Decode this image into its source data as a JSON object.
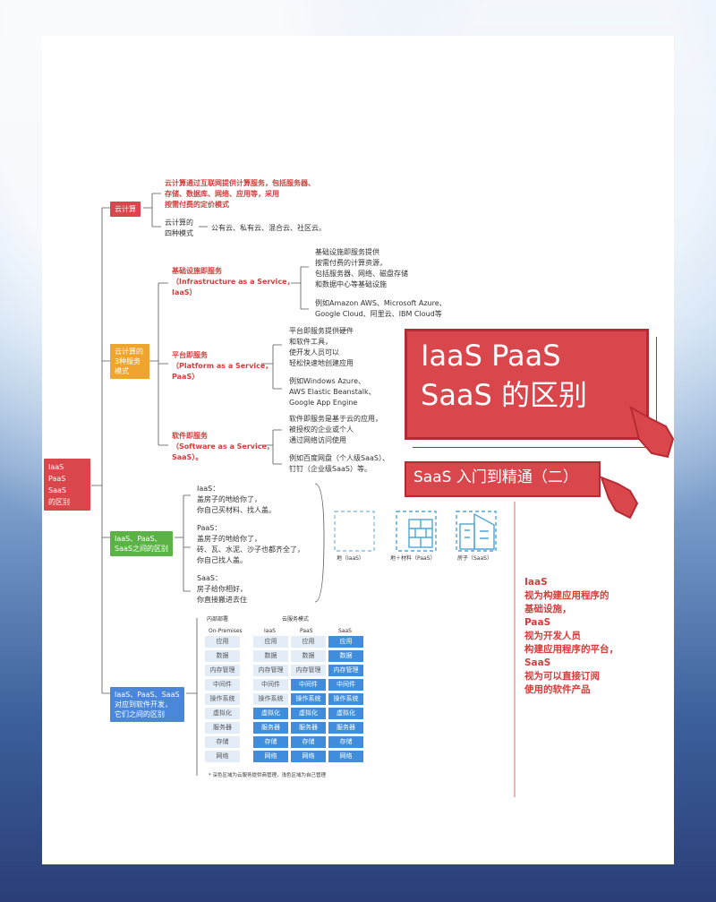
{
  "root": {
    "label": "IaaS\nPaaS\nSaaS\n的区别"
  },
  "branch1": {
    "label": "云计算",
    "definition": "云计算通过互联网提供计算服务，包括服务器、\n存储、数据库、网络、应用等，采用\n按需付费的定价模式",
    "modes_label": "云计算的\n四种模式",
    "modes_value": "公有云、私有云、混合云、社区云。"
  },
  "branch2": {
    "label": "云计算的\n3种服务\n模式",
    "iaas_title": "基础设施即服务\n（Infrastructure as a Service，\nIaaS）",
    "iaas_desc": "基础设施即服务提供\n按需付费的计算资源，\n包括服务器、网络、磁盘存储\n和数据中心等基础设施",
    "iaas_example": "例如Amazon AWS、Microsoft Azure、\nGoogle Cloud、阿里云、IBM Cloud等",
    "paas_title": "平台即服务\n（Platform as a Service，\nPaaS）",
    "paas_desc": "平台即服务提供硬件\n和软件工具，\n使开发人员可以\n轻松快速地创建应用",
    "paas_example": "例如Windows Azure、\nAWS Elastic Beanstalk、\nGoogle App Engine",
    "saas_title": "软件即服务\n（Software as a Service，\nSaaS）。",
    "saas_desc": "软件即服务是基于云的应用，\n被授权的企业或个人\n通过网络访问使用",
    "saas_example": "例如百度网盘（个人级SaaS）、\n钉钉（企业级SaaS）等。"
  },
  "branch3": {
    "label": "IaaS、PaaS、\nSaaS之间的区别",
    "iaas": "IaaS：\n盖房子的地给你了，\n你自己买材料、找人盖。",
    "paas": "PaaS：\n盖房子的地给你了，\n砖、瓦、水泥、沙子也都齐全了，\n你自己找人盖。",
    "saas": "SaaS：\n房子给你相好，\n你直接搬进去住",
    "icon_labels": [
      "地（IaaS）",
      "地＋材料（PaaS）",
      "房子（SaaS）"
    ]
  },
  "branch4": {
    "label": "IaaS、PaaS、SaaS\n对应到软件开发，\n它们之间的区别",
    "table": {
      "group_headers": [
        "内部部署",
        "云服务模式"
      ],
      "columns": [
        "On-Premises",
        "IaaS",
        "PaaS",
        "SaaS"
      ],
      "rows": [
        "应用",
        "数据",
        "内存管理",
        "中间件",
        "操作系统",
        "虚拟化",
        "服务器",
        "存储",
        "网络"
      ],
      "managed_counts": [
        0,
        4,
        6,
        9
      ],
      "footnote": "* 深色区域为云服务提供商管理，浅色区域为自己管理"
    }
  },
  "title": {
    "main": "IaaS PaaS\nSaaS 的区别",
    "sub": "SaaS 入门到精通（二）"
  },
  "summary": "IaaS\n视为构建应用程序的\n基础设施，\nPaaS\n视为开发人员\n构建应用程序的平台，\nSaaS\n视为可以直接订阅\n使用的软件产品",
  "colors": {
    "accent_red": "#d9464b",
    "orange": "#f0a430",
    "green": "#5bb345",
    "blue": "#4a86d9",
    "dark_cell": "#3f8ddc",
    "light_cell": "#e3edf8"
  }
}
